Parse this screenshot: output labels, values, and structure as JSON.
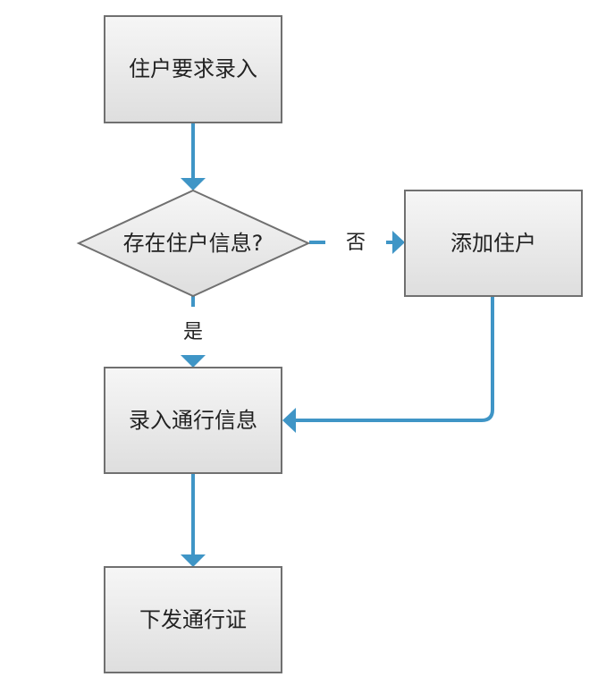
{
  "nodes": {
    "request": {
      "label": "住户要求录入",
      "shape": "process"
    },
    "check": {
      "label": "存在住户信息?",
      "shape": "decision"
    },
    "add": {
      "label": "添加住户",
      "shape": "process"
    },
    "enter": {
      "label": "录入通行信息",
      "shape": "process"
    },
    "issue": {
      "label": "下发通行证",
      "shape": "process"
    }
  },
  "edges": {
    "no_label": "否",
    "yes_label": "是"
  },
  "colors": {
    "connector": "#3f95c6",
    "box_fill_top": "#f6f6f6",
    "box_fill_bottom": "#dedede",
    "box_stroke": "#707070",
    "text": "#222222"
  }
}
